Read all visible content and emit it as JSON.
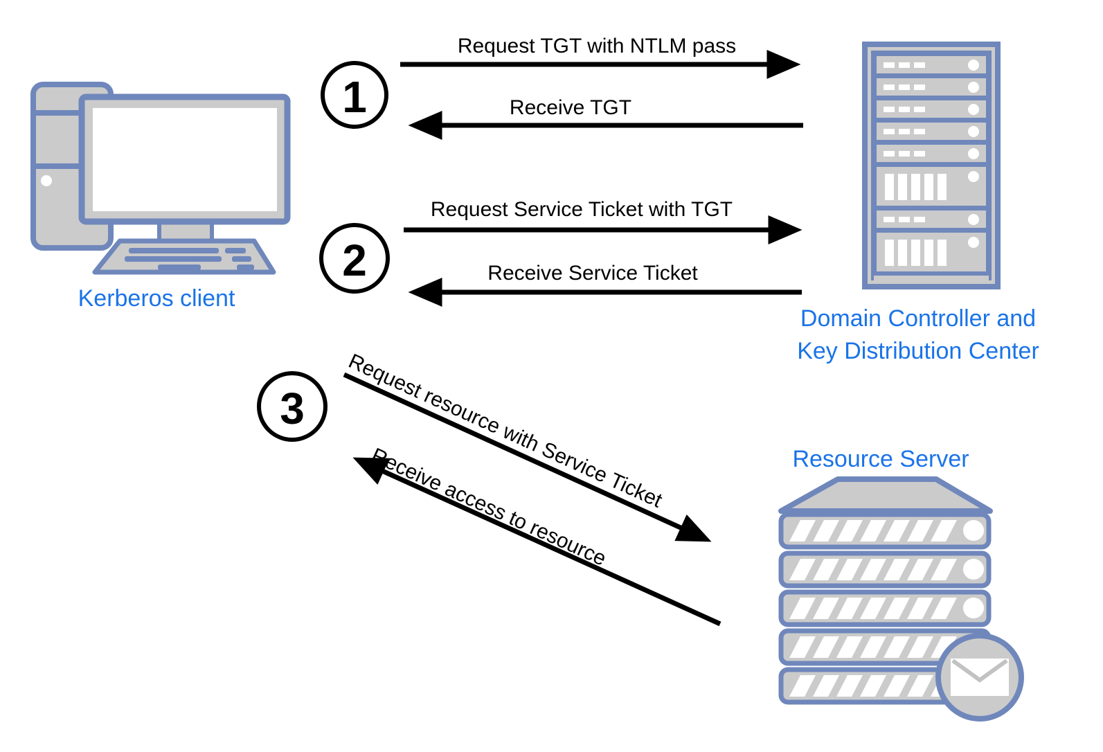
{
  "title": "Kerberos authentication flow diagram",
  "colors": {
    "icon_blue": "#6f87bb",
    "icon_gray": "#cbcbcb",
    "label_blue": "#1a73e8",
    "arrow_black": "#000000"
  },
  "nodes": {
    "client": {
      "label": "Kerberos client",
      "icon": "desktop-computer-icon"
    },
    "dc": {
      "label_line1": "Domain Controller and",
      "label_line2": "Key Distribution Center",
      "icon": "server-rack-icon"
    },
    "resource": {
      "label": "Resource Server",
      "icon": "server-stack-mail-icon"
    }
  },
  "steps": [
    {
      "number": "1",
      "request": "Request TGT with NTLM pass",
      "response": "Receive TGT"
    },
    {
      "number": "2",
      "request": "Request Service Ticket with TGT",
      "response": "Receive Service Ticket"
    },
    {
      "number": "3",
      "request": "Request resource with Service Ticket",
      "response": "Receive access to resource"
    }
  ]
}
